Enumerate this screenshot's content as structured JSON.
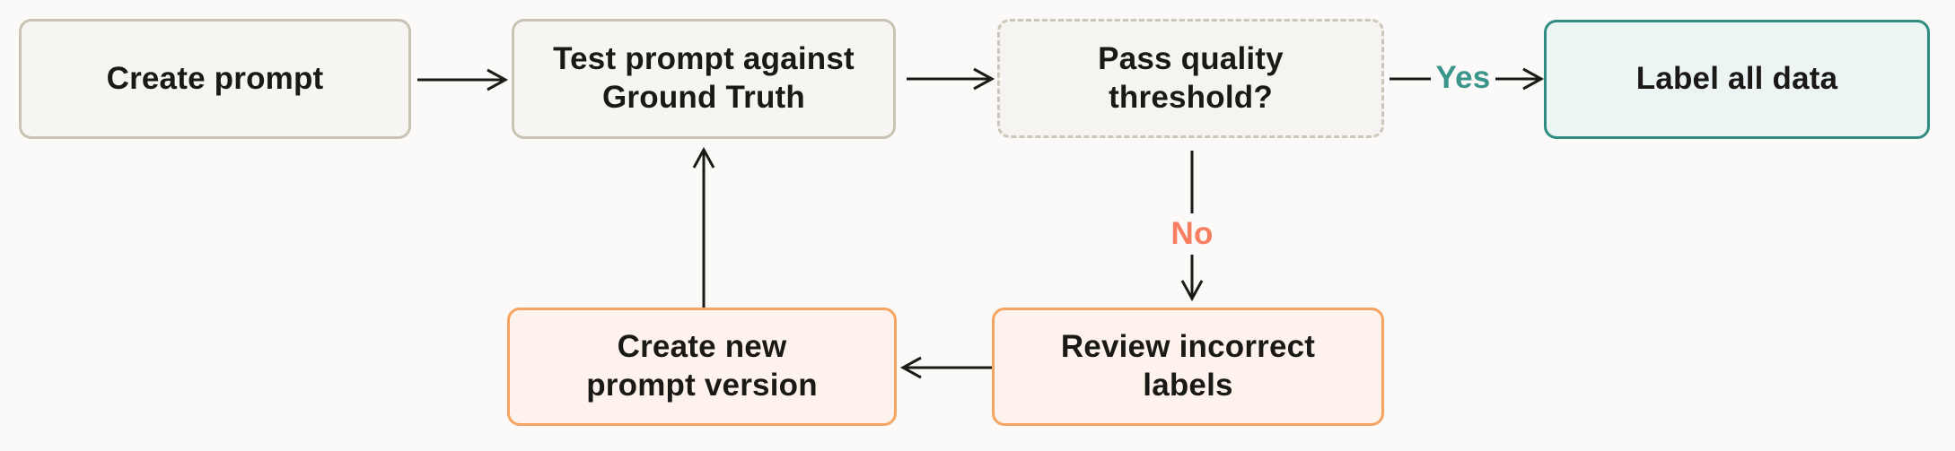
{
  "diagram": {
    "type": "flowchart",
    "nodes": [
      {
        "id": "create-prompt",
        "label": "Create prompt",
        "variant": "neutral"
      },
      {
        "id": "test-prompt",
        "label": "Test prompt against\nGround Truth",
        "variant": "neutral"
      },
      {
        "id": "pass-quality-threshold",
        "label": "Pass quality\nthreshold?",
        "variant": "decision"
      },
      {
        "id": "label-all-data",
        "label": "Label all data",
        "variant": "success"
      },
      {
        "id": "create-new-prompt-version",
        "label": "Create new\nprompt version",
        "variant": "revision"
      },
      {
        "id": "review-incorrect-labels",
        "label": "Review incorrect\nlabels",
        "variant": "revision"
      }
    ],
    "edges": [
      {
        "from": "create-prompt",
        "to": "test-prompt",
        "label": ""
      },
      {
        "from": "test-prompt",
        "to": "pass-quality-threshold",
        "label": ""
      },
      {
        "from": "pass-quality-threshold",
        "to": "label-all-data",
        "label": "Yes"
      },
      {
        "from": "pass-quality-threshold",
        "to": "review-incorrect-labels",
        "label": "No"
      },
      {
        "from": "review-incorrect-labels",
        "to": "create-new-prompt-version",
        "label": ""
      },
      {
        "from": "create-new-prompt-version",
        "to": "test-prompt",
        "label": ""
      }
    ],
    "edge_labels": {
      "yes": "Yes",
      "no": "No"
    },
    "colors": {
      "background": "#fbfaf8",
      "node_neutral_fill": "#f6f5f1",
      "node_neutral_border": "#c8c2b3",
      "node_decision_fill": "#f5f4f0",
      "node_decision_border": "#ccc7ba",
      "node_success_fill": "#edf5f4",
      "node_success_border": "#2e8c81",
      "node_revision_fill": "#fdf3ec",
      "node_revision_border": "#f6a460",
      "edge_stroke": "#1c1a17",
      "yes_label_color": "#3a958a",
      "no_label_color": "#f87e62",
      "text_color": "#1b1916"
    }
  }
}
